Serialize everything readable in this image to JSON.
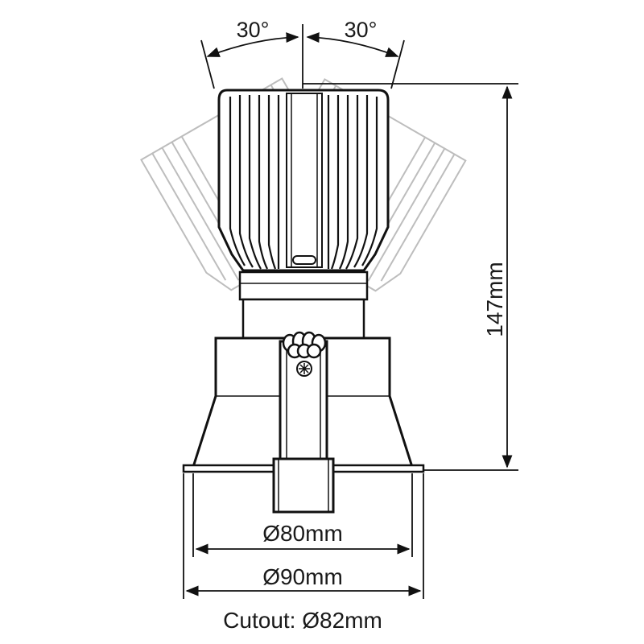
{
  "diagram": {
    "tilt_left_label": "30°",
    "tilt_right_label": "30°",
    "height_label": "147mm",
    "diameter_inner_label": "Ø80mm",
    "diameter_outer_label": "Ø90mm",
    "cutout_label": "Cutout: Ø82mm"
  }
}
